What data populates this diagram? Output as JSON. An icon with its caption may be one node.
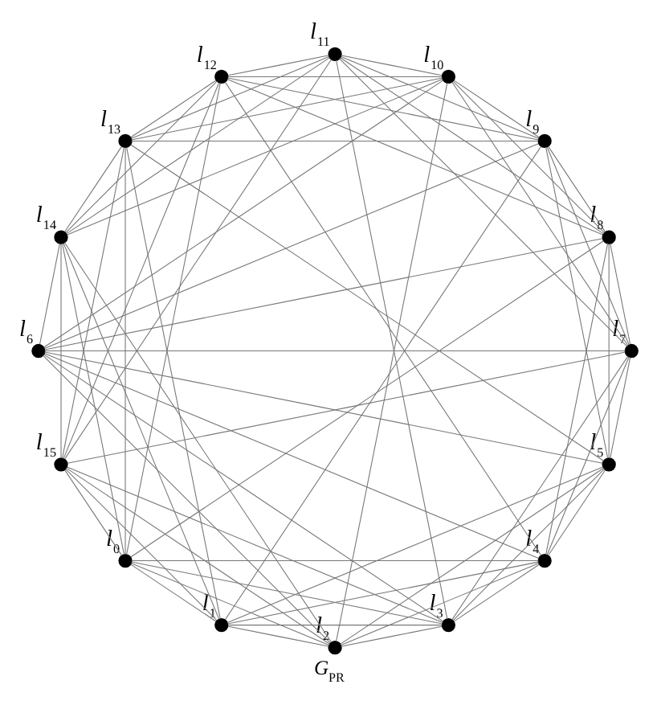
{
  "diagram": {
    "caption": "G$_{PR}$",
    "nodes": [
      {
        "text": [],
        "shape": "circle",
        "beside": [
          "l$_{0}$"
        ]
      },
      {
        "text": [],
        "shape": "circle",
        "beside": [
          "l$_{1}$"
        ]
      },
      {
        "text": [],
        "shape": "circle",
        "beside": [
          "l$_{2}$"
        ]
      },
      {
        "text": [],
        "shape": "circle",
        "beside": [
          "l$_{3}$"
        ]
      },
      {
        "text": [],
        "shape": "circle",
        "beside": [
          "l$_{4}$"
        ]
      },
      {
        "text": [],
        "shape": "circle",
        "beside": [
          "l$_{5}$"
        ]
      },
      {
        "text": [],
        "shape": "circle",
        "beside": [
          "l$_{6}$"
        ]
      },
      {
        "text": [],
        "shape": "circle",
        "beside": [
          "l$_{7}$"
        ]
      },
      {
        "text": [],
        "shape": "circle",
        "beside": [
          "l$_{8}$"
        ]
      },
      {
        "text": [],
        "shape": "circle",
        "beside": [
          "l$_{9}$"
        ]
      },
      {
        "text": [],
        "shape": "circle",
        "beside": [
          "l$_{10}$"
        ]
      },
      {
        "text": [],
        "shape": "circle",
        "beside": [
          "l$_{11}$"
        ]
      },
      {
        "text": [],
        "shape": "circle",
        "beside": [
          "l$_{12}$"
        ]
      },
      {
        "text": [],
        "shape": "circle",
        "beside": [
          "l$_{13}$"
        ]
      },
      {
        "text": [],
        "shape": "circle",
        "beside": [
          "l$_{14}$"
        ]
      },
      {
        "text": [],
        "shape": "circle",
        "beside": [
          "l$_{15}$"
        ]
      }
    ],
    "edges": [
      {
        "from": 0,
        "to": 1,
        "arrow": "none"
      },
      {
        "from": 1,
        "to": 2,
        "arrow": "none"
      },
      {
        "from": 2,
        "to": 3,
        "arrow": "none"
      },
      {
        "from": 3,
        "to": 4,
        "arrow": "none"
      },
      {
        "from": 4,
        "to": 5,
        "arrow": "none"
      },
      {
        "from": 5,
        "to": 6,
        "arrow": "none"
      },
      {
        "from": 6,
        "to": 7,
        "arrow": "none"
      },
      {
        "from": 7,
        "to": 8,
        "arrow": "none"
      },
      {
        "from": 8,
        "to": 9,
        "arrow": "none"
      },
      {
        "from": 9,
        "to": 10,
        "arrow": "none"
      },
      {
        "from": 10,
        "to": 11,
        "arrow": "none"
      },
      {
        "from": 11,
        "to": 12,
        "arrow": "none"
      },
      {
        "from": 12,
        "to": 13,
        "arrow": "none"
      },
      {
        "from": 13,
        "to": 14,
        "arrow": "none"
      },
      {
        "from": 14,
        "to": 15,
        "arrow": "none"
      },
      {
        "from": 15,
        "to": 0,
        "arrow": "none"
      },
      {
        "from": 0,
        "to": 2,
        "arrow": "none"
      },
      {
        "from": 1,
        "to": 3,
        "arrow": "none"
      },
      {
        "from": 2,
        "to": 4,
        "arrow": "none"
      },
      {
        "from": 3,
        "to": 5,
        "arrow": "none"
      },
      {
        "from": 4,
        "to": 6,
        "arrow": "none"
      },
      {
        "from": 5,
        "to": 7,
        "arrow": "none"
      },
      {
        "from": 6,
        "to": 8,
        "arrow": "none"
      },
      {
        "from": 7,
        "to": 9,
        "arrow": "none"
      },
      {
        "from": 8,
        "to": 10,
        "arrow": "none"
      },
      {
        "from": 9,
        "to": 11,
        "arrow": "none"
      },
      {
        "from": 10,
        "to": 12,
        "arrow": "none"
      },
      {
        "from": 11,
        "to": 13,
        "arrow": "none"
      },
      {
        "from": 12,
        "to": 14,
        "arrow": "none"
      },
      {
        "from": 13,
        "to": 15,
        "arrow": "none"
      },
      {
        "from": 14,
        "to": 0,
        "arrow": "none"
      },
      {
        "from": 15,
        "to": 1,
        "arrow": "none"
      },
      {
        "from": 0,
        "to": 3,
        "arrow": "none"
      },
      {
        "from": 1,
        "to": 4,
        "arrow": "none"
      },
      {
        "from": 2,
        "to": 5,
        "arrow": "none"
      },
      {
        "from": 3,
        "to": 6,
        "arrow": "none"
      },
      {
        "from": 4,
        "to": 7,
        "arrow": "none"
      },
      {
        "from": 5,
        "to": 8,
        "arrow": "none"
      },
      {
        "from": 6,
        "to": 9,
        "arrow": "none"
      },
      {
        "from": 7,
        "to": 10,
        "arrow": "none"
      },
      {
        "from": 8,
        "to": 11,
        "arrow": "none"
      },
      {
        "from": 9,
        "to": 12,
        "arrow": "none"
      },
      {
        "from": 10,
        "to": 13,
        "arrow": "none"
      },
      {
        "from": 11,
        "to": 14,
        "arrow": "none"
      },
      {
        "from": 12,
        "to": 15,
        "arrow": "none"
      },
      {
        "from": 13,
        "to": 0,
        "arrow": "none"
      },
      {
        "from": 14,
        "to": 1,
        "arrow": "none"
      },
      {
        "from": 15,
        "to": 2,
        "arrow": "none"
      },
      {
        "from": 0,
        "to": 4,
        "arrow": "none"
      },
      {
        "from": 1,
        "to": 5,
        "arrow": "none"
      },
      {
        "from": 2,
        "to": 6,
        "arrow": "none"
      },
      {
        "from": 3,
        "to": 7,
        "arrow": "none"
      },
      {
        "from": 4,
        "to": 8,
        "arrow": "none"
      },
      {
        "from": 5,
        "to": 9,
        "arrow": "none"
      },
      {
        "from": 6,
        "to": 10,
        "arrow": "none"
      },
      {
        "from": 7,
        "to": 11,
        "arrow": "none"
      },
      {
        "from": 8,
        "to": 12,
        "arrow": "none"
      },
      {
        "from": 9,
        "to": 13,
        "arrow": "none"
      },
      {
        "from": 10,
        "to": 14,
        "arrow": "none"
      },
      {
        "from": 11,
        "to": 15,
        "arrow": "none"
      },
      {
        "from": 12,
        "to": 0,
        "arrow": "none"
      },
      {
        "from": 13,
        "to": 1,
        "arrow": "none"
      },
      {
        "from": 14,
        "to": 2,
        "arrow": "none"
      },
      {
        "from": 15,
        "to": 3,
        "arrow": "none"
      },
      {
        "from": 0,
        "to": 8,
        "arrow": "none"
      },
      {
        "from": 1,
        "to": 9,
        "arrow": "none"
      },
      {
        "from": 2,
        "to": 10,
        "arrow": "none"
      },
      {
        "from": 3,
        "to": 11,
        "arrow": "none"
      },
      {
        "from": 4,
        "to": 12,
        "arrow": "none"
      },
      {
        "from": 5,
        "to": 13,
        "arrow": "none"
      },
      {
        "from": 6,
        "to": 14,
        "arrow": "none"
      },
      {
        "from": 7,
        "to": 15,
        "arrow": "none"
      }
    ]
  }
}
